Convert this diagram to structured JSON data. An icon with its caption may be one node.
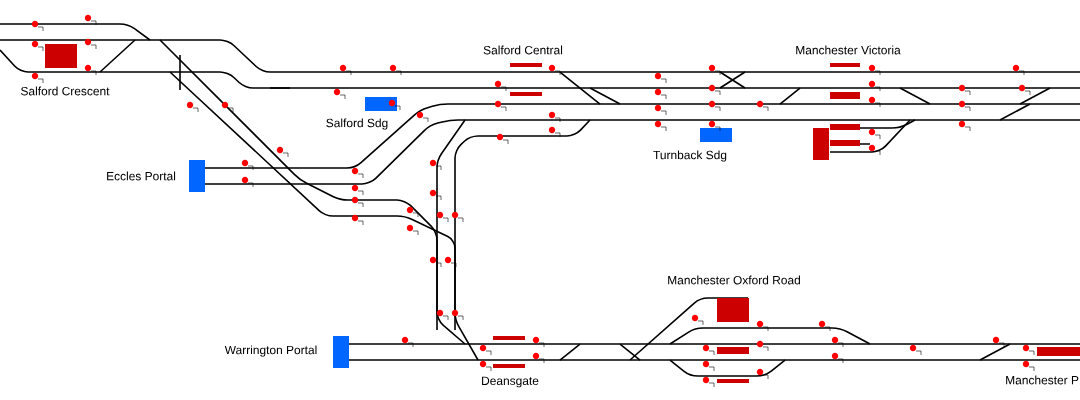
{
  "diagram": {
    "labels": [
      "Salford Crescent",
      "Salford Central",
      "Manchester Victoria",
      "Salford Sdg",
      "Eccles Portal",
      "Turnback Sdg",
      "Manchester Oxford Road",
      "Warrington Portal",
      "Deansgate",
      "Manchester P"
    ]
  }
}
